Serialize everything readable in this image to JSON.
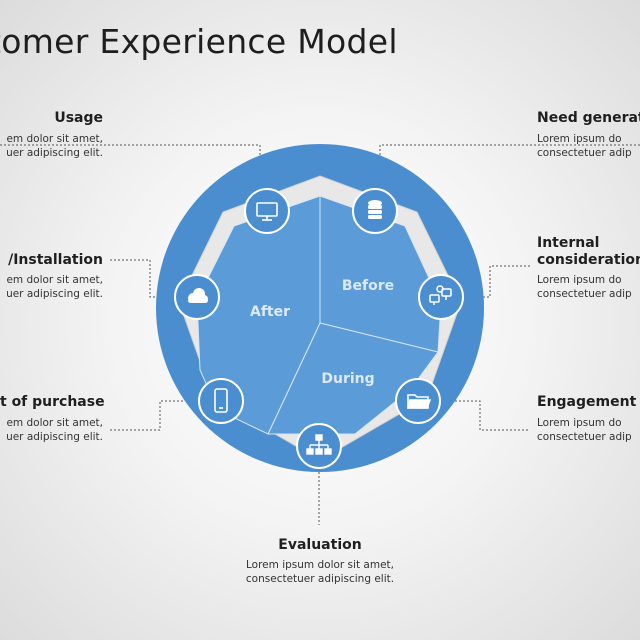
{
  "title": "tomer Experience Model",
  "phases": {
    "before": "Before",
    "during": "During",
    "after": "After"
  },
  "stages": [
    {
      "name": "Usage",
      "line1": "em dolor sit amet,",
      "line2": "uer adipiscing elit.",
      "icon": "monitor-icon"
    },
    {
      "name": "/Installation",
      "line1": "em dolor sit amet,",
      "line2": "uer adipiscing elit.",
      "icon": "cloud-icon"
    },
    {
      "name": "t of purchase",
      "line1": "em dolor sit amet,",
      "line2": "uer adipiscing elit.",
      "icon": "mobile-icon"
    },
    {
      "name": "Evaluation",
      "line1": "Lorem ipsum dolor sit amet,",
      "line2": "consectetuer adipiscing elit.",
      "icon": "hierarchy-icon"
    },
    {
      "name": "Engagement",
      "line1": "Lorem ipsum do",
      "line2": "consectetuer adip",
      "icon": "folder-icon"
    },
    {
      "name": "Internal considerations",
      "name_line1": "Internal",
      "name_line2": "consideration",
      "line1": "Lorem ipsum do",
      "line2": "consectetuer adip",
      "icon": "network-icon"
    },
    {
      "name": "Need generat",
      "line1": "Lorem ipsum do",
      "line2": "consectetuer adip",
      "icon": "database-icon"
    }
  ],
  "colors": {
    "circle": "#4a8ed0",
    "segment": "#5b9bd8",
    "ring": "#e9e9e9",
    "node": "#4a8ed0"
  }
}
